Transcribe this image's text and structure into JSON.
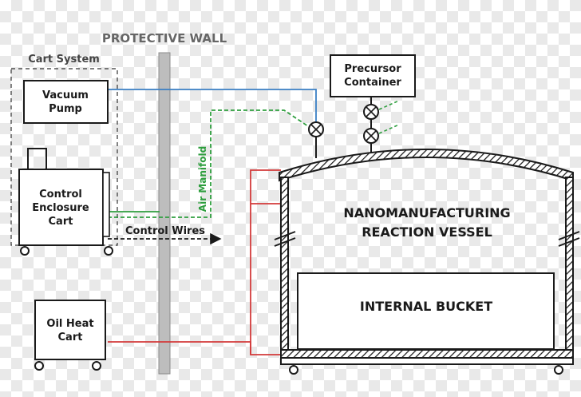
{
  "labels": {
    "protective_wall": "PROTECTIVE WALL",
    "cart_system": "Cart System",
    "vacuum_pump": [
      "Vacuum",
      "Pump"
    ],
    "control_enclosure_cart": [
      "Control",
      "Enclosure",
      "Cart"
    ],
    "oil_heat_cart": [
      "Oil Heat",
      "Cart"
    ],
    "precursor_container": [
      "Precursor",
      "Container"
    ],
    "air_manifold": "Air Manifold",
    "control_wires": "Control Wires",
    "reaction_vessel": [
      "NANOMANUFACTURING",
      "REACTION VESSEL"
    ],
    "internal_bucket": "INTERNAL BUCKET"
  },
  "colors": {
    "vacuum_line": "#3a7fc4",
    "air_line": "#2e9e3e",
    "oil_line": "#d33a3a",
    "outline": "#1a1a1a",
    "wall": "#b8b8b8"
  }
}
